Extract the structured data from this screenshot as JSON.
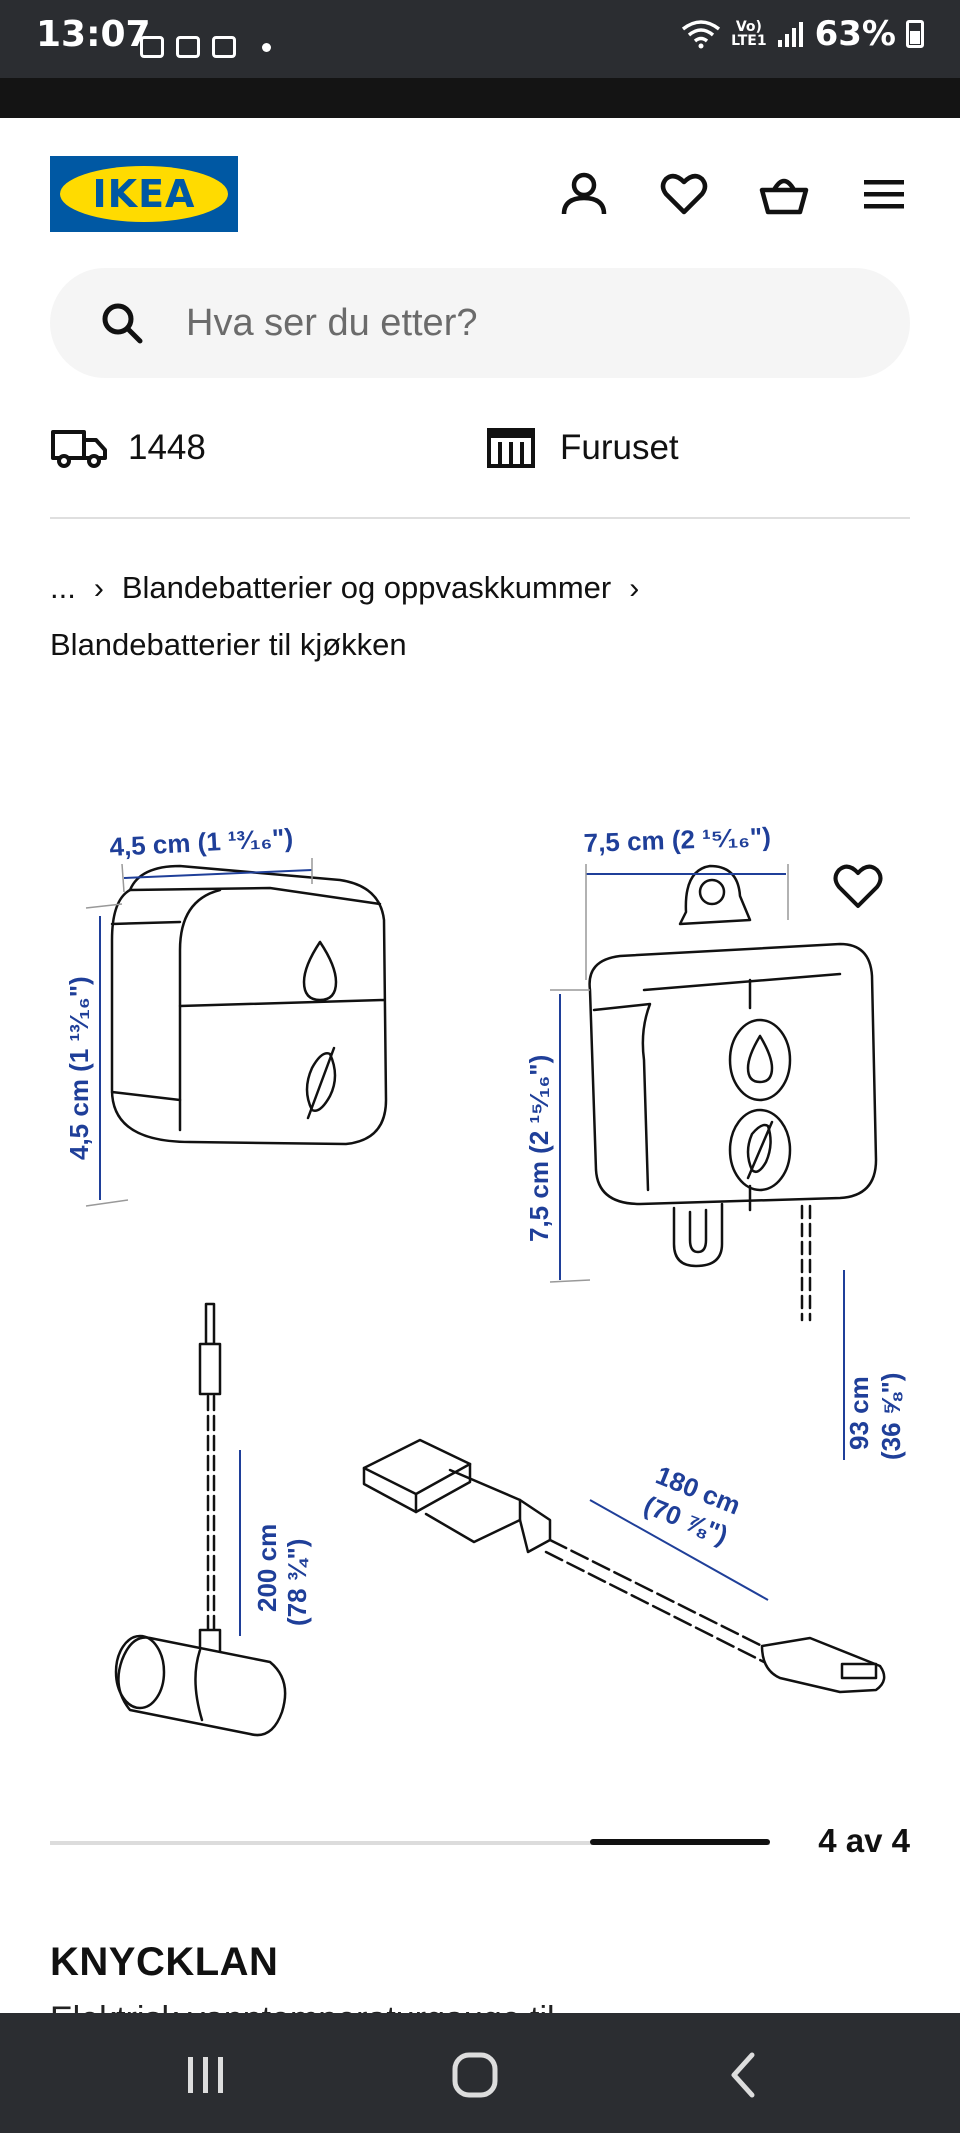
{
  "status_bar": {
    "time": "13:07",
    "network": "Vo)\nLTE1",
    "battery": "63%"
  },
  "header": {
    "logo_text": "IKEA",
    "icons": [
      "account-icon",
      "heart-icon",
      "shopping-bag-icon",
      "menu-icon"
    ]
  },
  "search": {
    "placeholder": "Hva ser du etter?"
  },
  "delivery": {
    "postcode": "1448",
    "store": "Furuset"
  },
  "breadcrumb": {
    "ellipsis": "...",
    "category": "Blandebatterier og oppvaskkummer",
    "current": "Blandebatterier til kjøkken"
  },
  "dimensions": {
    "remote_width": "4,5 cm (1 ¹³⁄₁₆\")",
    "remote_height": "4,5 cm (1 ¹³⁄₁₆\")",
    "box_width": "7,5 cm (2 ¹⁵⁄₁₆\")",
    "box_height": "7,5 cm (2 ¹⁵⁄₁₆\")",
    "box_cable_1": "93 cm",
    "box_cable_2": "(36 ⅝\")",
    "sensor_cable_1": "200 cm",
    "sensor_cable_2": "(78 ¾\")",
    "usb_cable_1": "180 cm",
    "usb_cable_2": "(70 ⅞\")"
  },
  "gallery": {
    "counter": "4 av 4",
    "progress": 1.0
  },
  "product": {
    "name": "KNYCKLAN",
    "description": "Elektrisk vanntemperaturgauge til"
  },
  "colors": {
    "ikea_blue": "#0058a3",
    "ikea_yellow": "#ffdb00",
    "dimension_blue": "#1f3f99"
  }
}
